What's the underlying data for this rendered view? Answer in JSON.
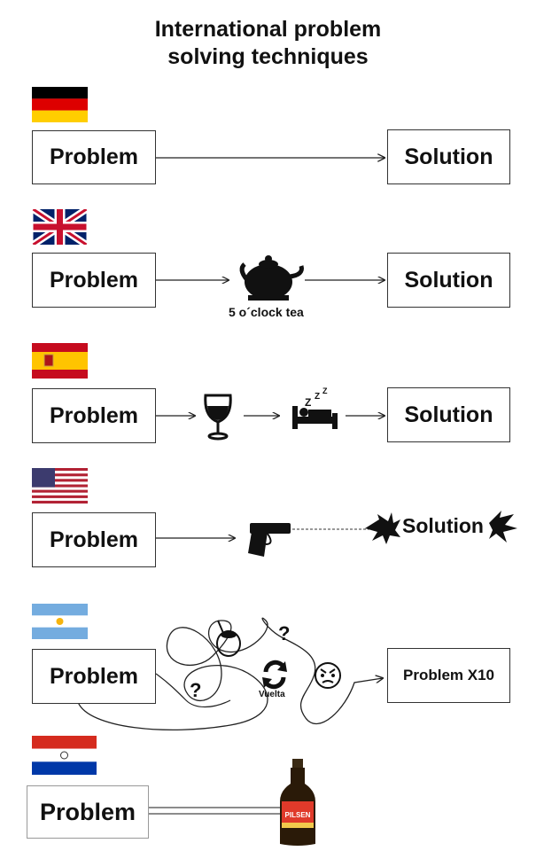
{
  "title_line1": "International problem",
  "title_line2": "solving techniques",
  "problem_label": "Problem",
  "solution_label": "Solution",
  "tea_caption": "5 o´clock tea",
  "vuelta_caption": "Vuelta",
  "question_mark": "?",
  "problem_x10_label": "Problem X10",
  "beer_label": "PILSEN",
  "rows": [
    {
      "country_flag": "germany-flag",
      "icons": []
    },
    {
      "country_flag": "uk-flag",
      "icons": [
        "teapot-icon"
      ]
    },
    {
      "country_flag": "spain-flag",
      "icons": [
        "wine-glass-icon",
        "bed-sleep-icon"
      ]
    },
    {
      "country_flag": "usa-flag",
      "icons": [
        "gun-icon",
        "explosion-icon"
      ]
    },
    {
      "country_flag": "argentina-flag",
      "icons": [
        "mate-icon",
        "cycle-arrows-icon",
        "angry-face-icon"
      ]
    },
    {
      "country_flag": "paraguay-flag",
      "icons": [
        "beer-bottle-icon"
      ]
    }
  ],
  "colors": {
    "german_black": "#000000",
    "german_red": "#dd0000",
    "german_gold": "#ffce00",
    "spain_red": "#c60b1e",
    "spain_yellow": "#ffc400",
    "usa_red": "#b22234",
    "usa_blue": "#3c3b6e",
    "arg_blue": "#74acdf",
    "py_red": "#d52b1e",
    "py_blue": "#0038a8",
    "uk_blue": "#012169",
    "uk_red": "#c8102e"
  }
}
